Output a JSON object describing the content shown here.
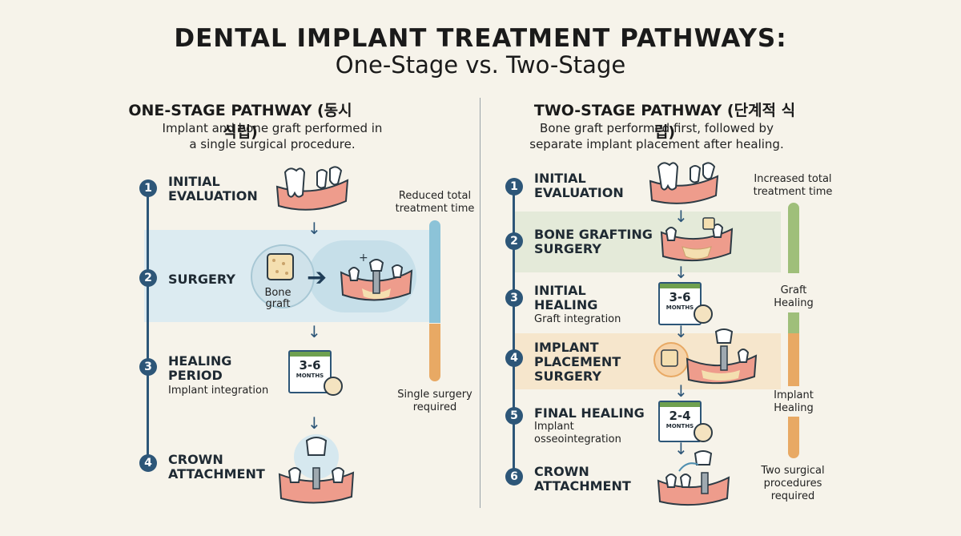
{
  "title": {
    "main": "DENTAL IMPLANT TREATMENT PATHWAYS:",
    "sub": "One-Stage vs. Two-Stage"
  },
  "one_stage": {
    "heading": "ONE-STAGE PATHWAY (동시 식립)",
    "desc_line1": "Implant and bone graft performed in",
    "desc_line2": "a single surgical procedure.",
    "steps": [
      {
        "num": "1",
        "title1": "INITIAL",
        "title2": "EVALUATION"
      },
      {
        "num": "2",
        "title1": "SURGERY"
      },
      {
        "num": "3",
        "title1": "HEALING",
        "title2": "PERIOD",
        "sub": "Implant integration"
      },
      {
        "num": "4",
        "title1": "CROWN",
        "title2": "ATTACHMENT"
      }
    ],
    "bone_label1": "Bone",
    "bone_label2": "graft",
    "calendar": {
      "number": "3-6",
      "unit": "MONTHS"
    },
    "side_top1": "Reduced total",
    "side_top2": "treatment time",
    "side_bottom1": "Single surgery",
    "side_bottom2": "required",
    "colors": {
      "blue_band": "#dcebf1",
      "bar_blue": "#8cc3d8",
      "bar_orange": "#e8a964"
    }
  },
  "two_stage": {
    "heading": "TWO-STAGE PATHWAY (단계적 식립)",
    "desc_line1": "Bone graft performed first, followed by",
    "desc_line2": "separate implant placement after healing.",
    "steps": [
      {
        "num": "1",
        "title1": "INITIAL",
        "title2": "EVALUATION"
      },
      {
        "num": "2",
        "title1": "BONE GRAFTING",
        "title2": "SURGERY"
      },
      {
        "num": "3",
        "title1": "INITIAL",
        "title2": "HEALING",
        "sub": "Graft integration"
      },
      {
        "num": "4",
        "title1": "IMPLANT",
        "title2": "PLACEMENT",
        "title3": "SURGERY"
      },
      {
        "num": "5",
        "title1": "FINAL HEALING",
        "sub1": "Implant",
        "sub2": "osseointegration"
      },
      {
        "num": "6",
        "title1": "CROWN",
        "title2": "ATTACHMENT"
      }
    ],
    "calendar1": {
      "number": "3-6",
      "unit": "MONTHS"
    },
    "calendar2": {
      "number": "2-4",
      "unit": "MONTHS"
    },
    "side_top1": "Increased total",
    "side_top2": "treatment time",
    "side_graft1": "Graft",
    "side_graft2": "Healing",
    "side_implant1": "Implant",
    "side_implant2": "Healing",
    "side_bottom1": "Two surgical",
    "side_bottom2": "procedures",
    "side_bottom3": "required",
    "colors": {
      "green_band": "#e4ead9",
      "orange_band": "#f6e6cc",
      "bar_green": "#9fbf7a",
      "bar_orange": "#e8a964"
    }
  },
  "icons": [
    "tooth-icon",
    "gum-icon",
    "implant-icon",
    "calendar-icon",
    "clock-icon",
    "arrow-down-icon",
    "arrow-right-icon"
  ]
}
